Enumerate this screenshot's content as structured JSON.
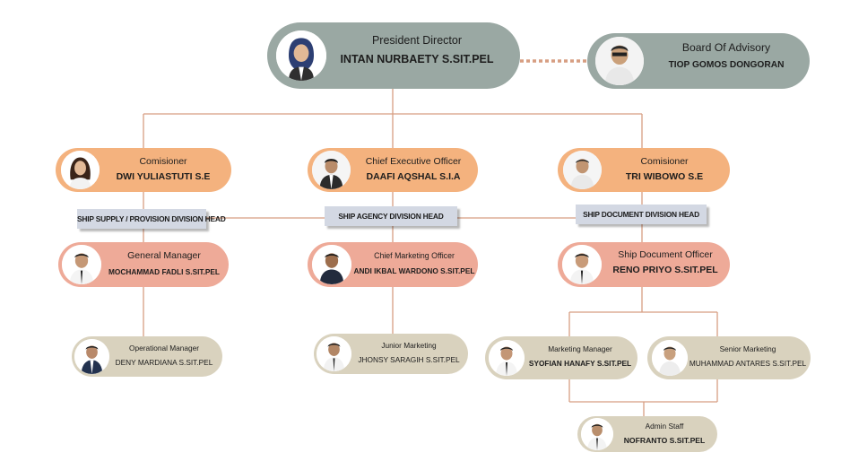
{
  "president": {
    "role": "President Director",
    "name": "INTAN NURBAETY S.SIT.PEL"
  },
  "advisory": {
    "role": "Board Of Advisory",
    "name": "TIOP GOMOS DONGORAN"
  },
  "commissioner_left": {
    "role": "Comisioner",
    "name": "DWI YULIASTUTI S.E"
  },
  "ceo": {
    "role": "Chief Executive Officer",
    "name": "DAAFI AQSHAL S.I.A"
  },
  "commissioner_right": {
    "role": "Comisioner",
    "name": "TRI WIBOWO S.E"
  },
  "divisions": {
    "supply": "SHIP SUPPLY / PROVISION DIVISION HEAD",
    "agency": "SHIP AGENCY DIVISION HEAD",
    "document": "SHIP DOCUMENT DIVISION HEAD"
  },
  "general_manager": {
    "role": "General Manager",
    "name": "MOCHAMMAD FADLI S.SIT.PEL"
  },
  "cmo": {
    "role": "Chief Marketing Officer",
    "name": "ANDI IKBAL WARDONO S.SIT.PEL"
  },
  "doc_officer": {
    "role": "Ship Document Officer",
    "name": "RENO PRIYO S.SIT.PEL"
  },
  "ops_manager": {
    "role": "Operational Manager",
    "name": "DENY MARDIANA S.SIT.PEL"
  },
  "junior_marketing": {
    "role": "Junior Marketing",
    "name": "JHONSY SARAGIH S.SIT.PEL"
  },
  "marketing_manager": {
    "role": "Marketing Manager",
    "name": "SYOFIAN HANAFY S.SIT.PEL"
  },
  "senior_marketing": {
    "role": "Senior Marketing",
    "name": "MUHAMMAD ANTARES S.SIT.PEL"
  },
  "admin_staff": {
    "role": "Admin Staff",
    "name": "NOFRANTO S.SIT.PEL"
  },
  "colors": {
    "grey": "#9aa8a3",
    "orange": "#f4b27e",
    "pink": "#eeaa98",
    "beige": "#d9d2be",
    "connector": "#d79e82",
    "tag": "#d3d8e3"
  }
}
